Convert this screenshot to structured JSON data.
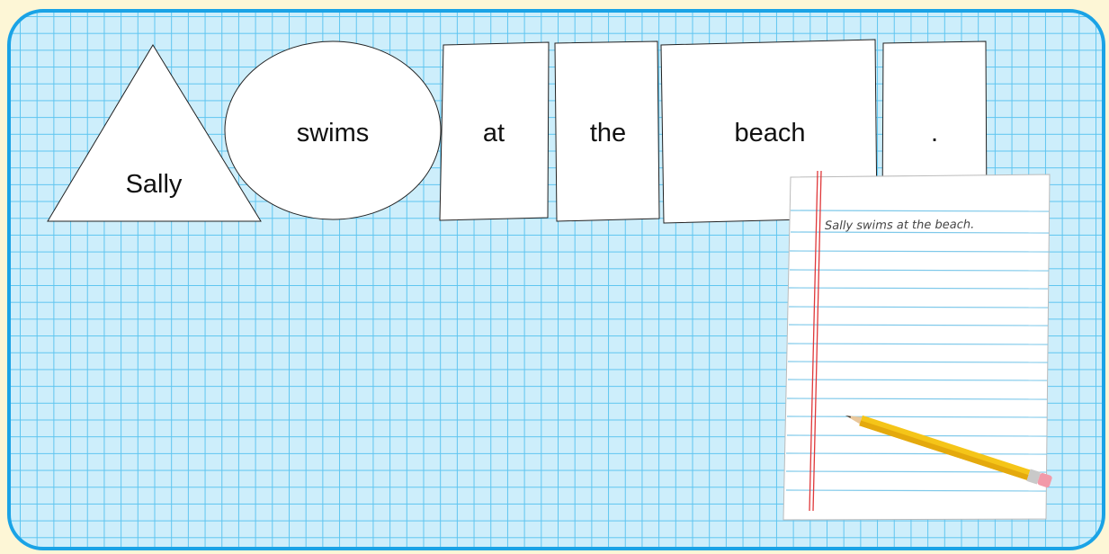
{
  "words": [
    "Sally",
    "swims",
    "at",
    "the",
    "beach",
    "."
  ],
  "notebook": {
    "sentence": "Sally swims at the beach."
  },
  "colors": {
    "board_border": "#1aa3e6",
    "grid_fill": "#cdeefb",
    "grid_line": "#5ec5f0",
    "page_background": "#fdf6d6",
    "pencil": "#f5c518"
  }
}
